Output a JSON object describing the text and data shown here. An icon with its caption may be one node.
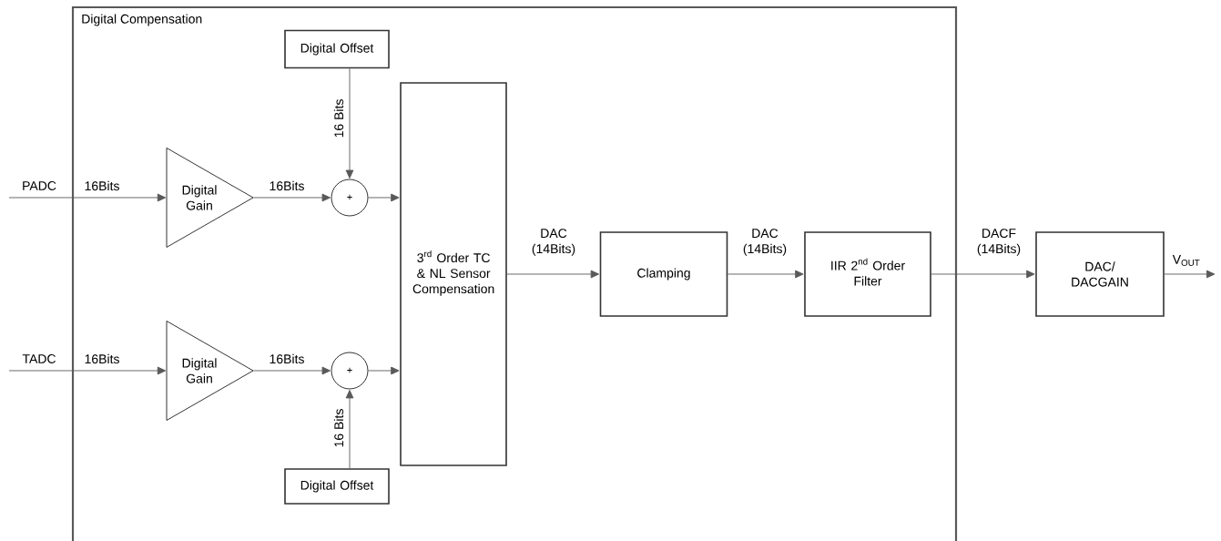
{
  "diagram": {
    "nodes": [
      {
        "text": [
          "Digital Compensation"
        ]
      },
      {
        "text": [
          "Digital Offset"
        ],
        "in": 0
      },
      {
        "text": [
          "Digital Gain"
        ],
        "in": 0
      },
      {
        "text": [
          "+"
        ],
        "in": 0
      },
      {
        "text": [
          "Digital Gain"
        ],
        "in": 0
      },
      {
        "text": [
          "+"
        ],
        "in": 0
      },
      {
        "text": [
          "Digital Offset"
        ],
        "in": 0
      },
      {
        "text": [
          "\\begin{array}{c}\\text{3}^{\\text{rd}}\\text{ Order TC}\\\\ \\text{\\& NL Sensor}\\\\ \\text{Compensation}\\end{array}"
        ],
        "in": 0
      },
      {
        "text": [
          "Clamping"
        ],
        "in": 0
      },
      {
        "text": [
          "\\begin{array}{c}\\text{IIR 2}^{\\text{nd}}\\text{ Order}\\\\ \\text{Filter}\\end{array}"
        ],
        "in": 0
      },
      {
        "text": [
          "DAC/ DACGAIN"
        ]
      }
    ],
    "edges": [
      {
        "from": null,
        "to": 2,
        "arrow": "to",
        "label": "16Bits"
      },
      {
        "from": 2,
        "to": 3,
        "arrow": "to",
        "label": "16Bits"
      },
      {
        "from": 1,
        "to": 3,
        "arrow": "to",
        "label": "16 Bits"
      },
      {
        "from": 3,
        "to": 7,
        "arrow": "to"
      },
      {
        "from": null,
        "to": 4,
        "arrow": "to",
        "label": "16Bits"
      },
      {
        "from": 4,
        "to": 5,
        "arrow": "to",
        "label": "16Bits"
      },
      {
        "from": 6,
        "to": 5,
        "arrow": "to",
        "label": "16 Bits"
      },
      {
        "from": 5,
        "to": 7,
        "arrow": "to"
      },
      {
        "from": 7,
        "to": 8,
        "arrow": "to",
        "label": "DAC (14Bits)"
      },
      {
        "from": 8,
        "to": 9,
        "arrow": "to",
        "label": "DAC (14Bits)"
      },
      {
        "from": 9,
        "to": 10,
        "arrow": "to",
        "label": "DACF (14Bits)"
      },
      {
        "from": 10,
        "to": null,
        "arrow": "to",
        "label": "\\text{V}_{\\text{OUT}}"
      }
    ],
    "labels": [
      "PADC",
      "TADC"
    ]
  }
}
